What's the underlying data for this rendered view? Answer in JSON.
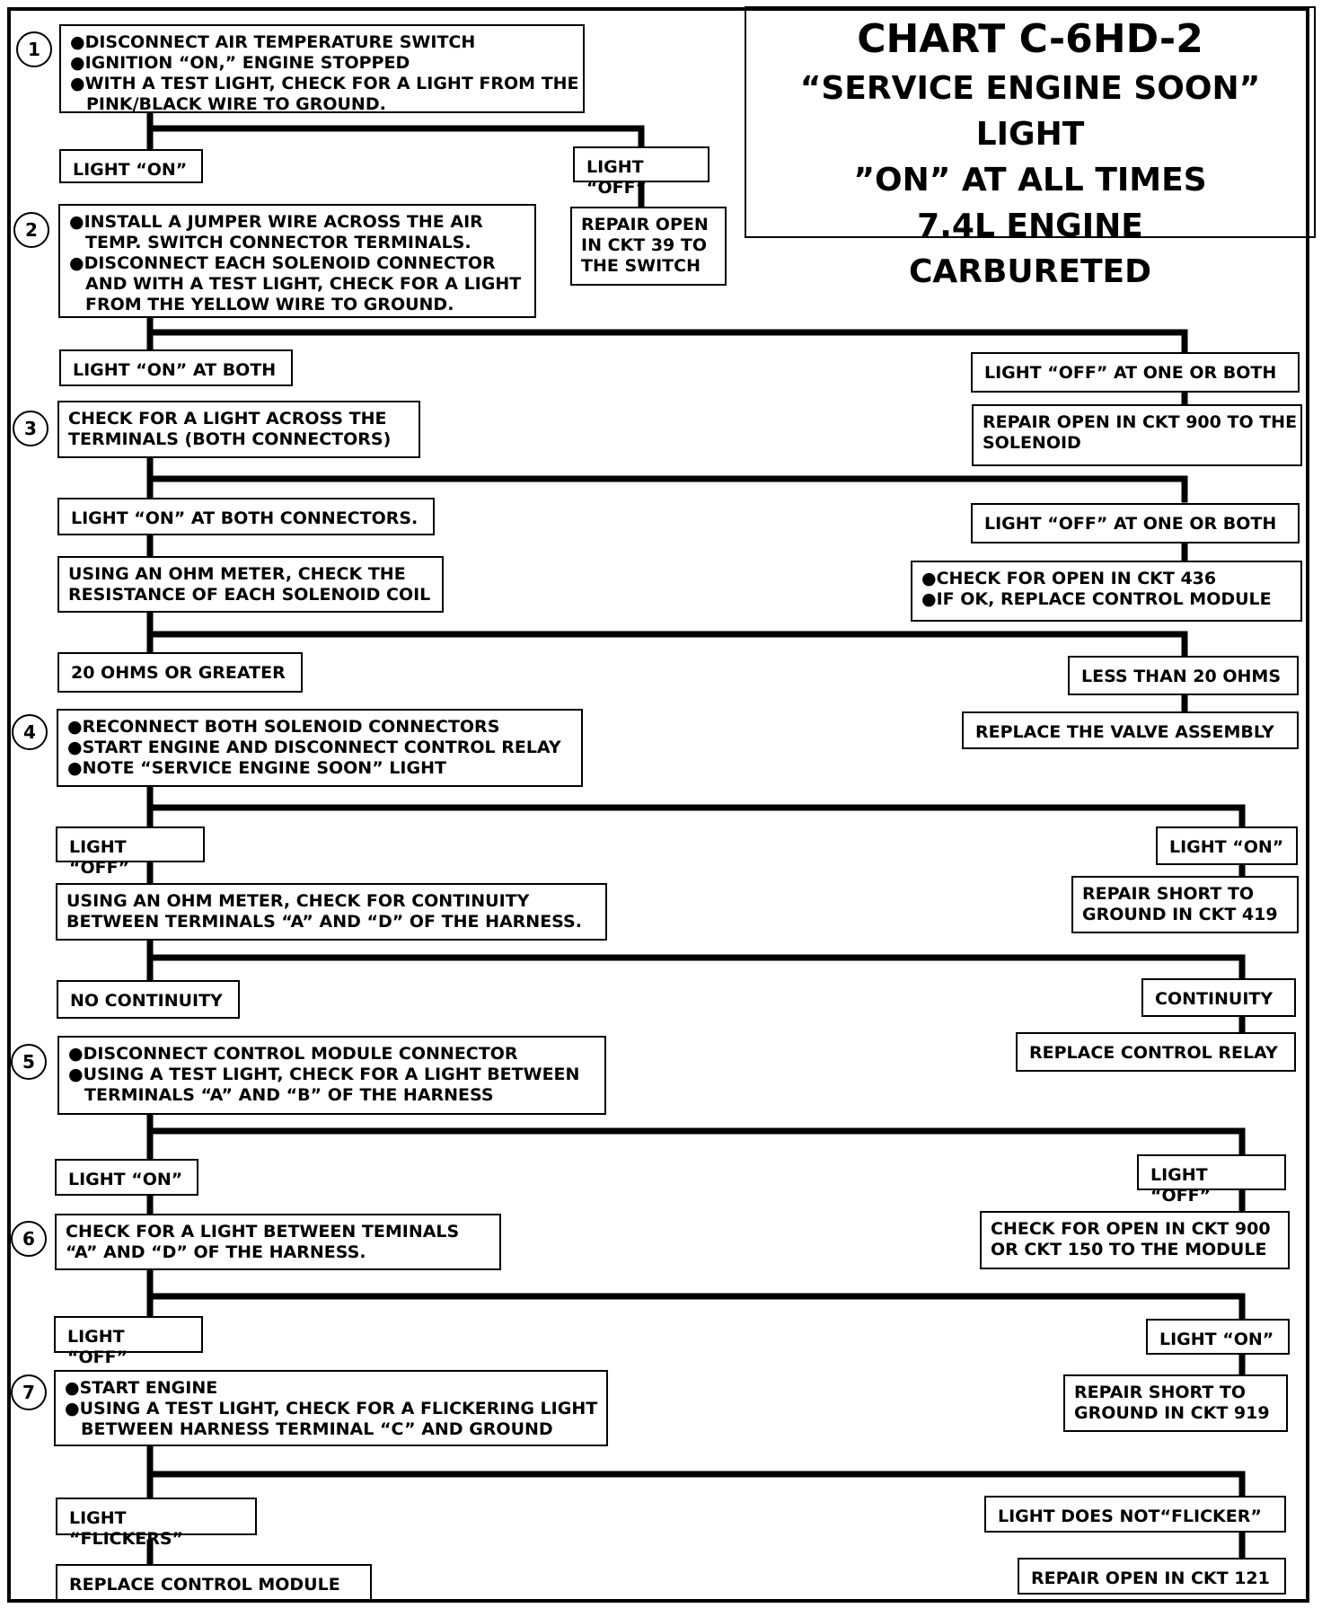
{
  "title": {
    "chart_id": "CHART C-6HD-2",
    "line2": "“SERVICE ENGINE SOON” LIGHT",
    "line3": "”ON” AT ALL TIMES",
    "line4": "7.4L ENGINE",
    "line5": "CARBURETED"
  },
  "steps": [
    "1",
    "2",
    "3",
    "4",
    "5",
    "6",
    "7"
  ],
  "flow": {
    "s1_l1": "●DISCONNECT AIR TEMPERATURE SWITCH",
    "s1_l2": "●IGNITION “ON,” ENGINE  STOPPED",
    "s1_l3": "●WITH A TEST LIGHT, CHECK FOR A LIGHT FROM THE",
    "s1_l4": "PINK/BLACK WIRE TO GROUND.",
    "b1_on": "LIGHT “ON”",
    "b1_off": "LIGHT “OFF”",
    "r1_l1": "REPAIR OPEN",
    "r1_l2": "IN CKT 39 TO",
    "r1_l3": "THE SWITCH",
    "s2_l1": "●INSTALL A JUMPER WIRE ACROSS THE AIR",
    "s2_l2": "TEMP. SWITCH CONNECTOR TERMINALS.",
    "s2_l3": "●DISCONNECT EACH SOLENOID CONNECTOR",
    "s2_l4": "AND WITH A TEST LIGHT, CHECK FOR A LIGHT",
    "s2_l5": "FROM THE YELLOW WIRE TO GROUND.",
    "b2_on": "LIGHT “ON” AT BOTH",
    "b2_off": "LIGHT “OFF” AT ONE OR BOTH",
    "r2_l1": "REPAIR OPEN IN CKT 900 TO THE",
    "r2_l2": "SOLENOID",
    "s3_l1": "CHECK FOR  A LIGHT ACROSS THE",
    "s3_l2": "TERMINALS (BOTH CONNECTORS)",
    "b3_on": "LIGHT “ON” AT BOTH CONNECTORS.",
    "b3_off": "LIGHT “OFF” AT ONE OR BOTH",
    "s3b_l1": "USING AN OHM METER, CHECK THE",
    "s3b_l2": "RESISTANCE OF EACH SOLENOID COIL",
    "r3_l1": "●CHECK FOR OPEN IN CKT 436",
    "r3_l2": "●IF OK, REPLACE CONTROL MODULE",
    "b3b_left": "20 OHMS OR GREATER",
    "b3b_right": "LESS THAN 20 OHMS",
    "r3b": "REPLACE THE VALVE ASSEMBLY",
    "s4_l1": "●RECONNECT BOTH SOLENOID CONNECTORS",
    "s4_l2": "●START ENGINE AND DISCONNECT CONTROL RELAY",
    "s4_l3": "●NOTE “SERVICE ENGINE SOON” LIGHT",
    "b4_off": "LIGHT “OFF”",
    "b4_on": "LIGHT “ON”",
    "s4b_l1": "USING AN OHM METER, CHECK FOR CONTINUITY",
    "s4b_l2": "BETWEEN TERMINALS “A” AND “D” OF THE HARNESS.",
    "r4_l1": "REPAIR SHORT TO",
    "r4_l2": "GROUND IN CKT 419",
    "b4b_left": "NO CONTINUITY",
    "b4b_right": "CONTINUITY",
    "r4b": "REPLACE CONTROL RELAY",
    "s5_l1": "●DISCONNECT CONTROL MODULE CONNECTOR",
    "s5_l2": "●USING A TEST LIGHT, CHECK FOR A LIGHT BETWEEN",
    "s5_l3": "TERMINALS “A” AND “B” OF THE HARNESS",
    "b5_on": "LIGHT “ON”",
    "b5_off": "LIGHT “OFF”",
    "s6_l1": "CHECK FOR A LIGHT BETWEEN TEMINALS",
    "s6_l2": "“A” AND “D” OF THE HARNESS.",
    "r5_l1": "CHECK FOR OPEN IN CKT 900",
    "r5_l2": "OR CKT 150 TO THE MODULE",
    "b6_off": "LIGHT “OFF”",
    "b6_on": "LIGHT “ON”",
    "r6_l1": "REPAIR SHORT TO",
    "r6_l2": "GROUND IN CKT 919",
    "s7_l1": "●START ENGINE",
    "s7_l2": "●USING A TEST LIGHT, CHECK FOR  A FLICKERING LIGHT",
    "s7_l3": "BETWEEN HARNESS TERMINAL “C” AND GROUND",
    "b7_left": "LIGHT “FLICKERS”",
    "b7_right": "LIGHT DOES NOT“FLICKER”",
    "r7_left": "REPLACE CONTROL MODULE",
    "r7_right": "REPAIR OPEN IN CKT 121"
  }
}
